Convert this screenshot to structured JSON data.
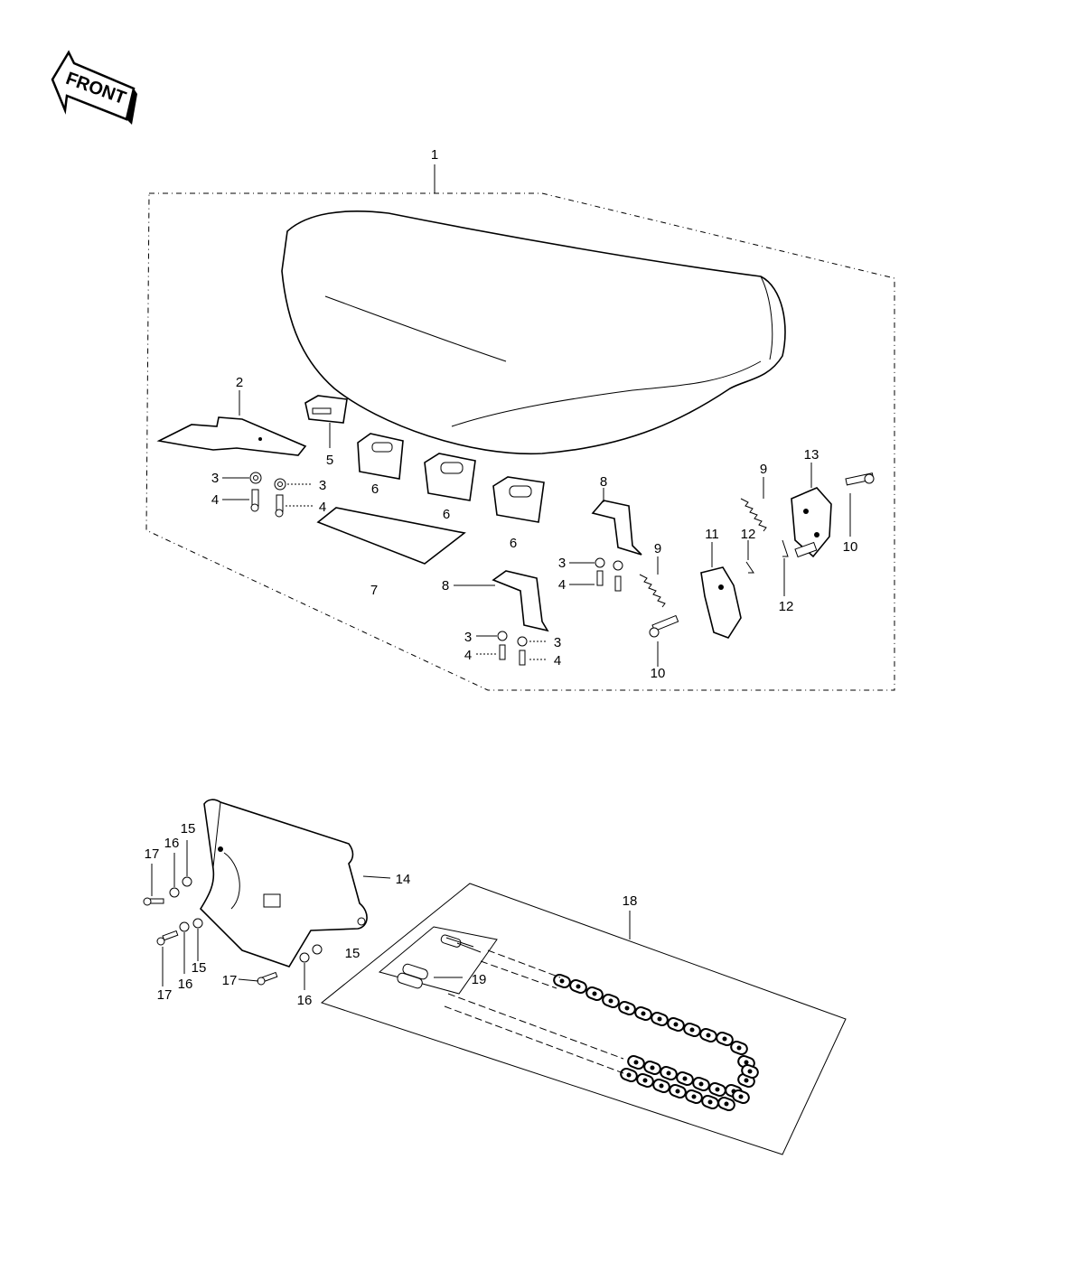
{
  "front_arrow": {
    "label": "FRONT"
  },
  "callouts": {
    "c1": "1",
    "c2": "2",
    "c3a": "3",
    "c3b": "3",
    "c3c": "3",
    "c3d": "3",
    "c3e": "3",
    "c4a": "4",
    "c4b": "4",
    "c4c": "4",
    "c4d": "4",
    "c5": "5",
    "c6a": "6",
    "c6b": "6",
    "c6c": "6",
    "c7": "7",
    "c8a": "8",
    "c8b": "8",
    "c9a": "9",
    "c9b": "9",
    "c10a": "10",
    "c10b": "10",
    "c11": "11",
    "c12a": "12",
    "c12b": "12",
    "c13": "13",
    "c14": "14",
    "c15a": "15",
    "c15b": "15",
    "c15c": "15",
    "c16a": "16",
    "c16b": "16",
    "c16c": "16",
    "c17a": "17",
    "c17b": "17",
    "c17c": "17",
    "c18": "18",
    "c19": "19"
  }
}
